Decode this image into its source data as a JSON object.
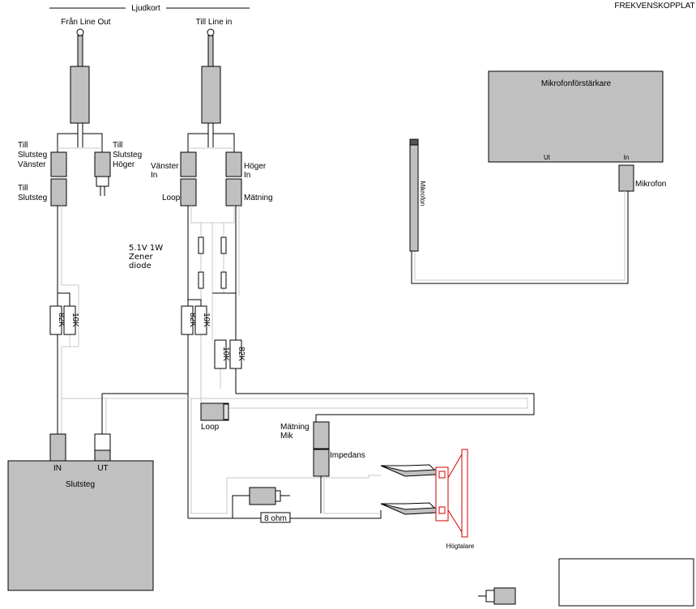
{
  "title": "FREKVENSKOPPLAT",
  "soundcard": {
    "label": "Ljudkort",
    "line_out": "Från Line Out",
    "line_in": "Till Line in"
  },
  "line_out_split": {
    "left_top_1": "Till",
    "left_top_2": "Slutsteg",
    "left_top_3": "Vänster",
    "right_top_1": "Till",
    "right_top_2": "Slutsteg",
    "right_top_3": "Höger",
    "left_bottom_1": "Till",
    "left_bottom_2": "Slutsteg"
  },
  "line_in_split": {
    "left_1": "Vänster",
    "left_2": "In",
    "right_1": "Höger",
    "right_2": "In",
    "loop": "Loop",
    "matning": "Mätning"
  },
  "zener": {
    "line1": "5.1V 1W",
    "line2": "Zener",
    "line3": "diode"
  },
  "resistors": {
    "r1": "82K",
    "r2": "10K",
    "r3": "82K",
    "r4": "10K",
    "r5": "10K",
    "r6": "82K",
    "r7": "8 ohm"
  },
  "loop_plug": "Loop",
  "measure_mic": {
    "line1": "Mätning",
    "line2": "Mik",
    "impedans": "Impedans"
  },
  "amplifier": {
    "name": "Slutsteg",
    "in": "IN",
    "out": "UT"
  },
  "speaker": "Högtalare",
  "mic_preamp": {
    "name": "Mikrofonförstärkare",
    "out": "Ut",
    "in": "In",
    "mic_plug": "Mikrofon"
  },
  "microphone": "Mikrofon"
}
